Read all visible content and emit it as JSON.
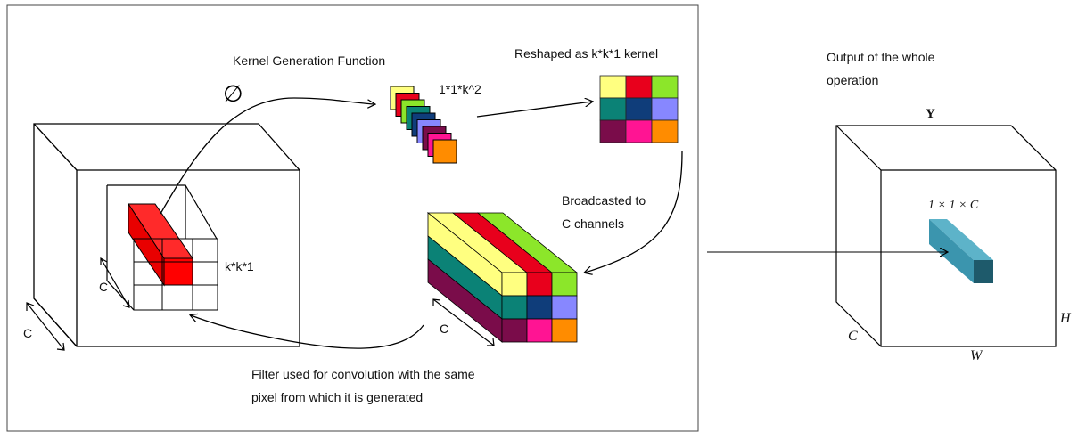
{
  "left_panel": {
    "kernel_generation_label": "Kernel Generation Function",
    "phi_symbol": "∅",
    "vector_shape_label": "1*1*k^2",
    "reshaped_label": "Reshaped as k*k*1 kernel",
    "kernel_size_label": "k*k*1",
    "channel_label_a": "C",
    "channel_label_b": "C",
    "channel_label_c": "C",
    "broadcast_line1": "Broadcasted to",
    "broadcast_line2": "C channels",
    "filter_line1": "Filter used for convolution with the same",
    "filter_line2": "pixel from which it is generated"
  },
  "right_panel": {
    "output_line1": "Output of the whole",
    "output_line2": "operation",
    "cube_title": "Y",
    "vector_label": "1 × 1 × C",
    "dim_h": "H",
    "dim_w": "W",
    "dim_c": "C"
  },
  "colors": {
    "kernel_cells": [
      "#ffff80",
      "#e8001c",
      "#8ce62a",
      "#0b8276",
      "#0f3d7a",
      "#8787ff",
      "#7a0c4a",
      "#ff1493",
      "#ff8c00"
    ],
    "red_bar": "#ff1a1a",
    "teal_bar": "#3b95ae"
  }
}
